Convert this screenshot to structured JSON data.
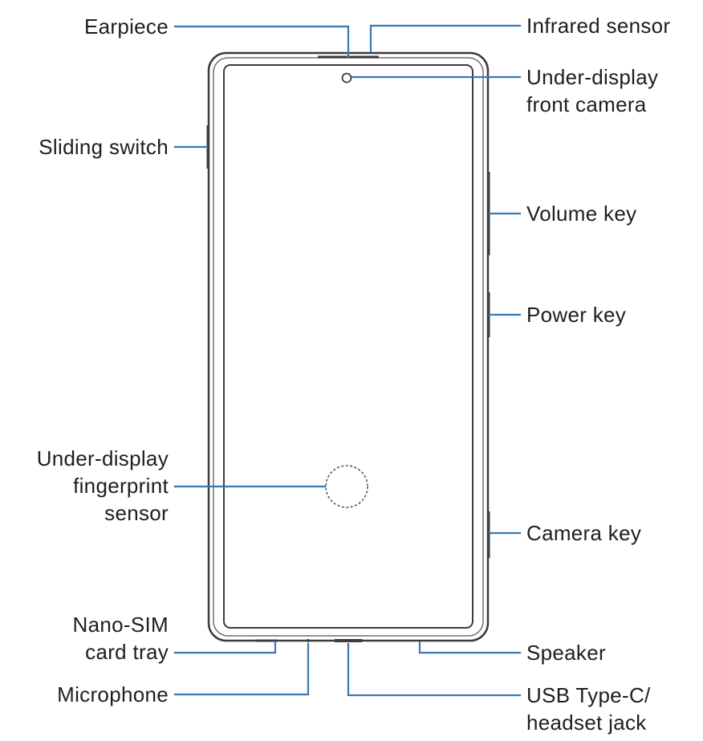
{
  "colors": {
    "leader_line": "#3a78b5",
    "outline": "#3c3c3c",
    "text": "#1e1e1e",
    "background": "#ffffff"
  },
  "labels": {
    "earpiece": "Earpiece",
    "infrared_sensor": "Infrared sensor",
    "front_camera": [
      "Under-display",
      "front camera"
    ],
    "sliding_switch": "Sliding switch",
    "volume_key": "Volume key",
    "power_key": "Power key",
    "fingerprint_sensor": [
      "Under-display",
      "fingerprint",
      "sensor"
    ],
    "camera_key": "Camera key",
    "nano_sim_tray": [
      "Nano-SIM",
      "card tray"
    ],
    "speaker": "Speaker",
    "microphone": "Microphone",
    "usb_jack": [
      "USB Type-C/",
      "headset jack"
    ]
  }
}
